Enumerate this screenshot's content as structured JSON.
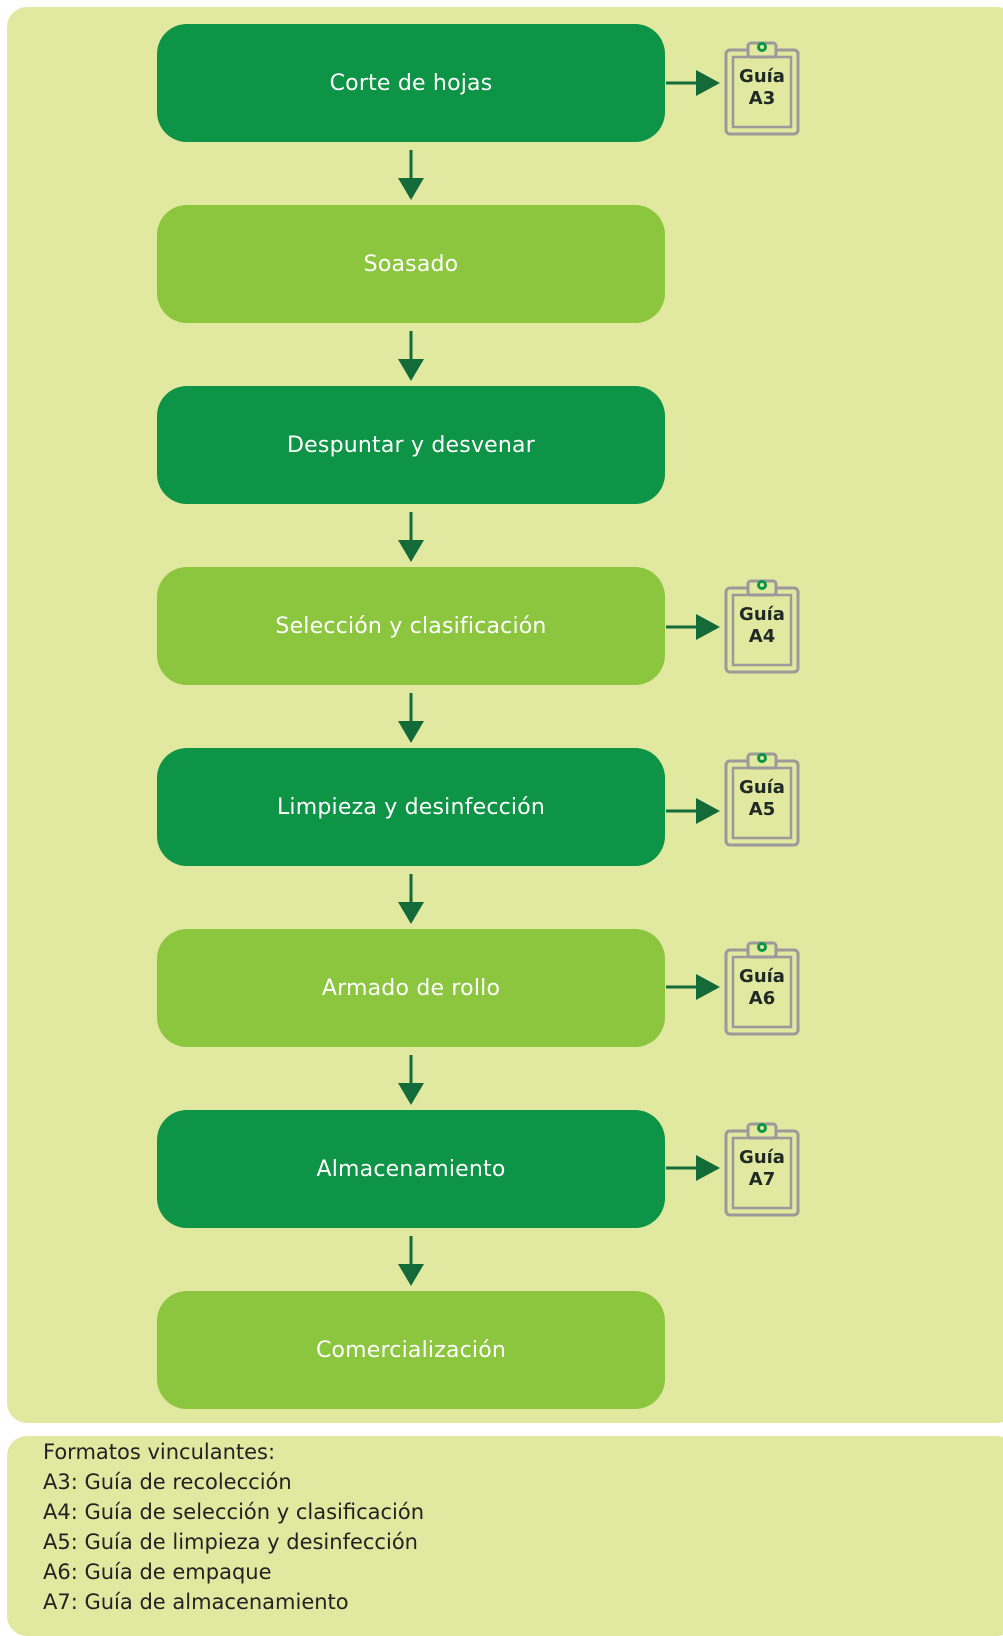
{
  "colors": {
    "panel": "#e1e8a0",
    "step_dark": "#0e9446",
    "step_light": "#8cc63f",
    "arrow": "#146b3a",
    "clipboard": "#9a9a9a"
  },
  "steps": [
    {
      "label": "Corte de hojas",
      "guide": "A3"
    },
    {
      "label": "Soasado",
      "guide": ""
    },
    {
      "label": "Despuntar y desvenar",
      "guide": ""
    },
    {
      "label": "Selección y clasificación",
      "guide": "A4"
    },
    {
      "label": "Limpieza y desinfección",
      "guide": "A5"
    },
    {
      "label": "Armado de rollo",
      "guide": "A6"
    },
    {
      "label": "Almacenamiento",
      "guide": "A7"
    },
    {
      "label": "Comercialización",
      "guide": ""
    }
  ],
  "guide_word": "Guía",
  "legend": {
    "title": "Formatos vinculantes:",
    "items": [
      "A3: Guía de recolección",
      "A4: Guía de selección y clasificación",
      "A5: Guía de limpieza y desinfección",
      "A6: Guía de empaque",
      "A7: Guía de almacenamiento"
    ]
  }
}
